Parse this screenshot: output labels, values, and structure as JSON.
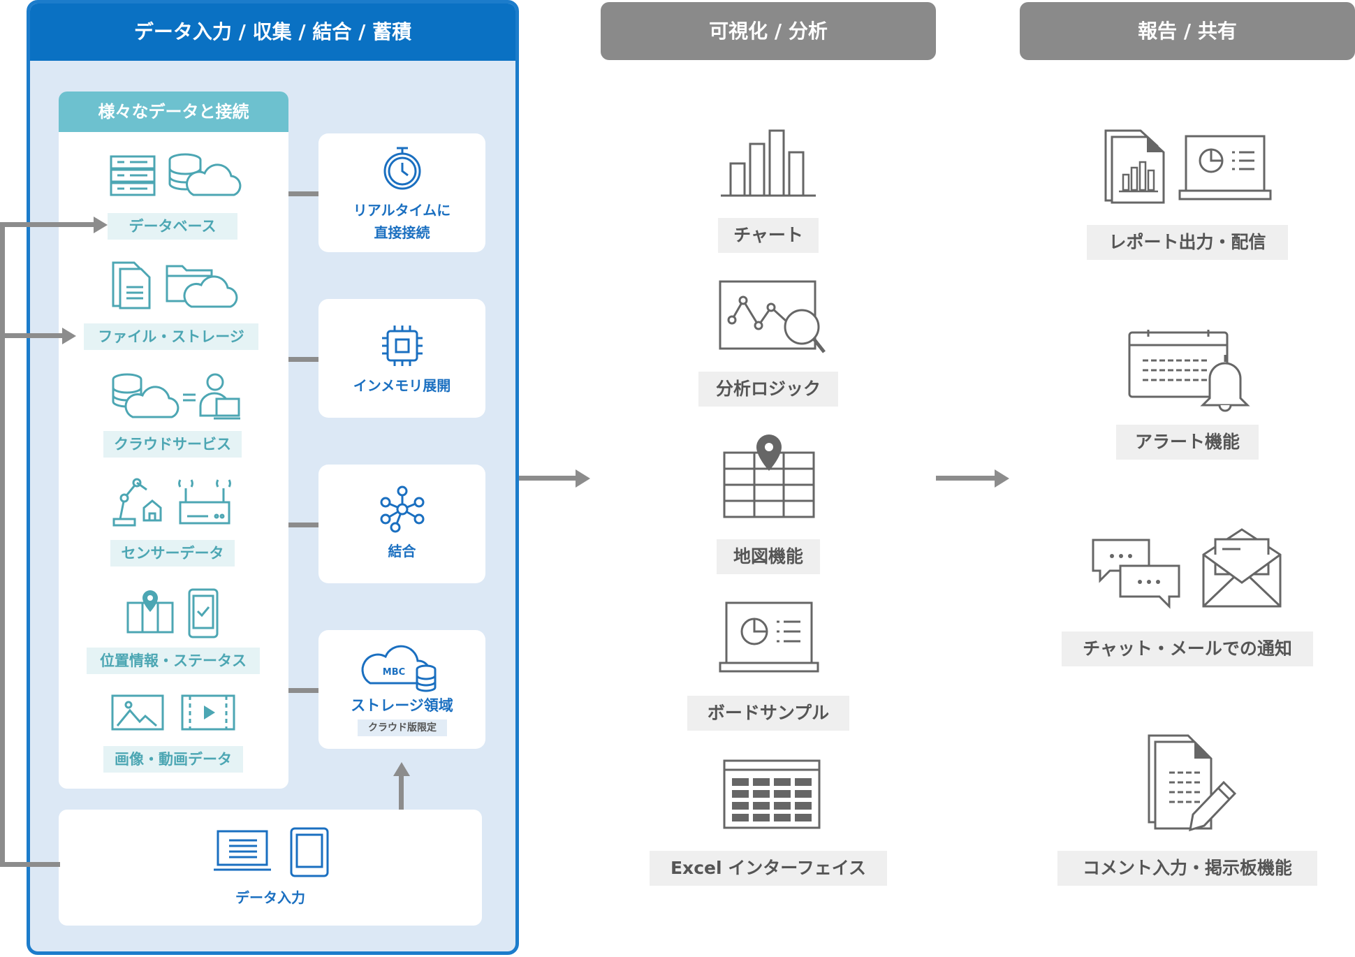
{
  "left_panel": {
    "title": "データ入力 / 収集 / 結合 / 蓄積",
    "sources": {
      "title": "様々なデータと接続",
      "items": [
        {
          "label": "データベース"
        },
        {
          "label": "ファイル・ストレージ"
        },
        {
          "label": "クラウドサービス"
        },
        {
          "label": "センサーデータ"
        },
        {
          "label": "位置情報・ステータス"
        },
        {
          "label": "画像・動画データ"
        }
      ]
    },
    "features": [
      {
        "line1": "リアルタイムに",
        "line2": "直接接続"
      },
      {
        "line1": "インメモリ展開"
      },
      {
        "line1": "結合"
      },
      {
        "line1": "ストレージ領域",
        "badge": "クラウド版限定",
        "icon_text": "MBC"
      }
    ],
    "data_input": {
      "label": "データ入力"
    }
  },
  "middle_panel": {
    "title": "可視化 / 分析",
    "items": [
      {
        "label": "チャート"
      },
      {
        "label": "分析ロジック"
      },
      {
        "label": "地図機能"
      },
      {
        "label": "ボードサンプル"
      },
      {
        "label": "Excel インターフェイス"
      }
    ]
  },
  "right_panel": {
    "title": "報告 / 共有",
    "items": [
      {
        "label": "レポート出力・配信"
      },
      {
        "label": "アラート機能"
      },
      {
        "label": "チャット・メールでの通知"
      },
      {
        "label": "コメント入力・掲示板機能"
      }
    ]
  },
  "colors": {
    "blue_dark": "#0a71c3",
    "blue_light": "#dce8f5",
    "teal": "#6dc1cf",
    "teal_text": "#4ca6b3",
    "gray_header": "#8a8a8a",
    "gray_icon": "#666666"
  }
}
